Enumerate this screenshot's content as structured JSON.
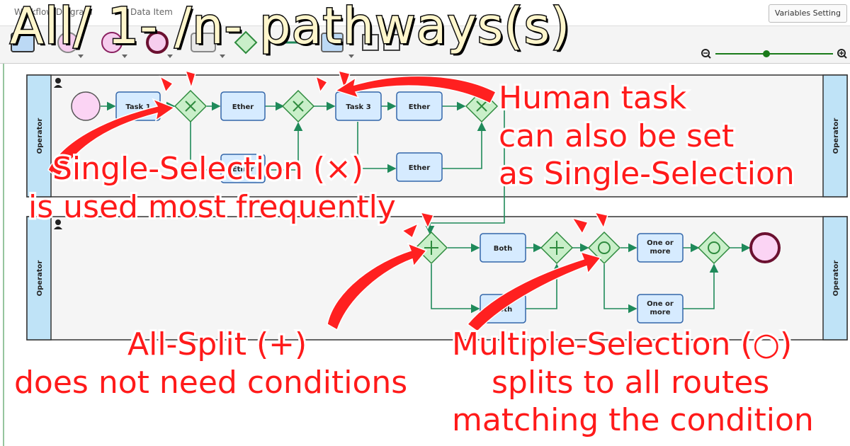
{
  "tabs": [
    "Workflow Diagram",
    "Data Item"
  ],
  "variables_button": "Variables Setting",
  "title": "All/ 1- /n- pathways(s)",
  "lanes": [
    {
      "label": "Operator"
    },
    {
      "label": "Operator"
    }
  ],
  "tasks": {
    "task1": "Task 1",
    "ether1": "Ether",
    "task3": "Task 3",
    "ether2": "Ether",
    "ether3": "Ether",
    "ether4": "Ether",
    "both1": "Both",
    "both2": "Both",
    "one_or_more1": "One or more",
    "one_or_more2": "One or more"
  },
  "annotations": {
    "single_selection": [
      "Single-Selection (×)",
      "is used most frequently"
    ],
    "human_task": [
      "Human task",
      "can also be set",
      "as Single-Selection"
    ],
    "all_split": [
      "All-Split (+)",
      "does not need conditions"
    ],
    "multiple_selection": [
      "Multiple-Selection (○)",
      "splits to all routes",
      "matching the condition"
    ]
  },
  "colors": {
    "task_fill": "#d6ebff",
    "task_stroke": "#3366aa",
    "gateway_fill": "#c9efc9",
    "gateway_stroke": "#2e8b3e",
    "flow": "#1f8a5a",
    "start_fill": "#fbd4f4",
    "end_stroke": "#6b1030",
    "annotation": "#ff1a1a",
    "title_fill": "#fff6cc"
  }
}
